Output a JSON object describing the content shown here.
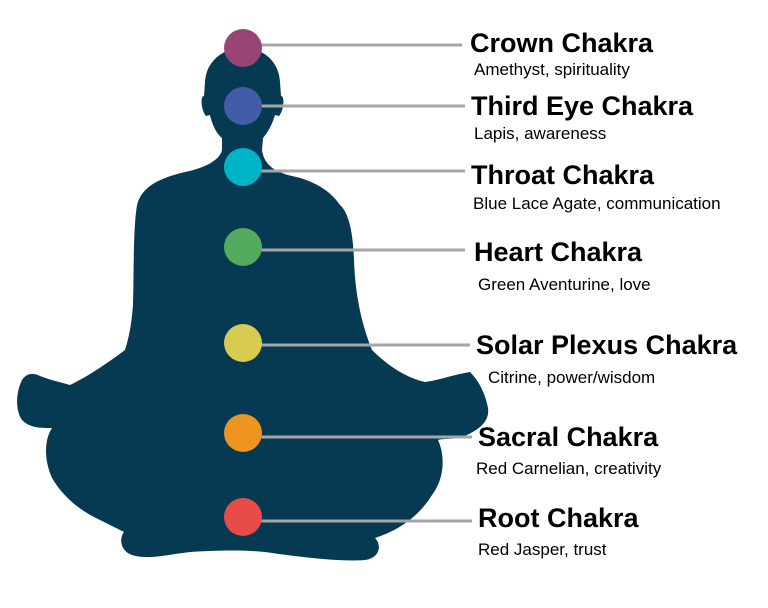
{
  "figure_color": "#053a52",
  "line_color": "#a6a6a6",
  "chakras": [
    {
      "name": "Crown Chakra",
      "desc": "Amethyst, spirituality",
      "color": "#984575"
    },
    {
      "name": "Third Eye Chakra",
      "desc": "Lapis, awareness",
      "color": "#435ca8"
    },
    {
      "name": "Throat Chakra",
      "desc": "Blue Lace Agate, communication",
      "color": "#00b4c8"
    },
    {
      "name": "Heart Chakra",
      "desc": "Green Aventurine, love",
      "color": "#52aa5c"
    },
    {
      "name": "Solar Plexus Chakra",
      "desc": "Citrine, power/wisdom",
      "color": "#d8cb52"
    },
    {
      "name": "Sacral Chakra",
      "desc": "Red Carnelian, creativity",
      "color": "#ed9421"
    },
    {
      "name": "Root Chakra",
      "desc": "Red Jasper, trust",
      "color": "#e94b49"
    }
  ]
}
